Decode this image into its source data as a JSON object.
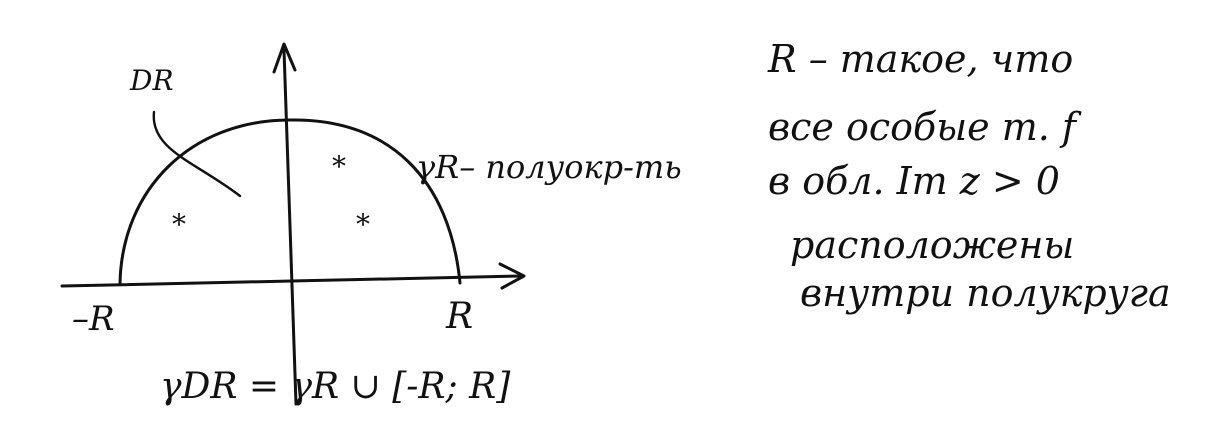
{
  "labels": {
    "region": "DR",
    "semicircle_label": "γR– полуокр-ть",
    "neg_r": "–R",
    "pos_r": "R",
    "boundary_formula": "γDR = γR ∪ [-R; R]"
  },
  "note_lines": [
    "R – такое, что",
    "все особые т. f",
    "в обл. Im z > 0",
    "расположены",
    "внутри полукруга"
  ],
  "markers": {
    "singular_point_glyph": "*"
  }
}
